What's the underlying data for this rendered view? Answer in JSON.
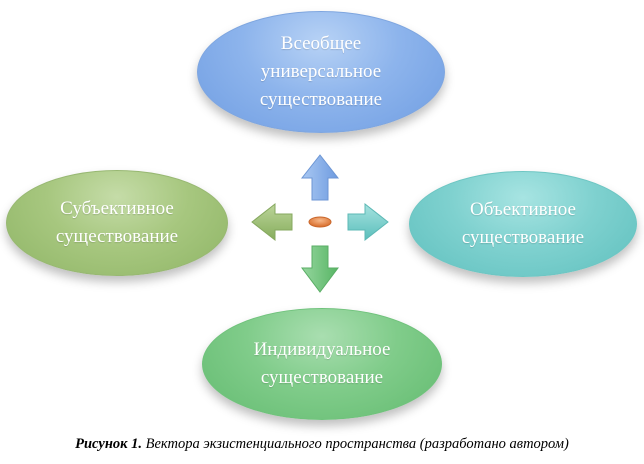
{
  "diagram": {
    "nodes": {
      "top": "Всеобщее\nуниверсальное\nсуществование",
      "left": "Субъективное\nсуществование",
      "right": "Объективное\nсуществование",
      "bottom": "Индивидуальное\nсуществование"
    },
    "center_symbol": "minus-icon",
    "arrow_icons": [
      "arrow-up-icon",
      "arrow-left-icon",
      "arrow-right-icon",
      "arrow-down-icon"
    ],
    "colors": {
      "top": "#8db4ec",
      "left": "#a7c77f",
      "right": "#7fd1cf",
      "bottom": "#80cc8a",
      "center": "#e5864a"
    }
  },
  "caption": {
    "label": "Рисунок 1.",
    "text": " Вектора экзистенциального пространства (разработано автором)"
  }
}
